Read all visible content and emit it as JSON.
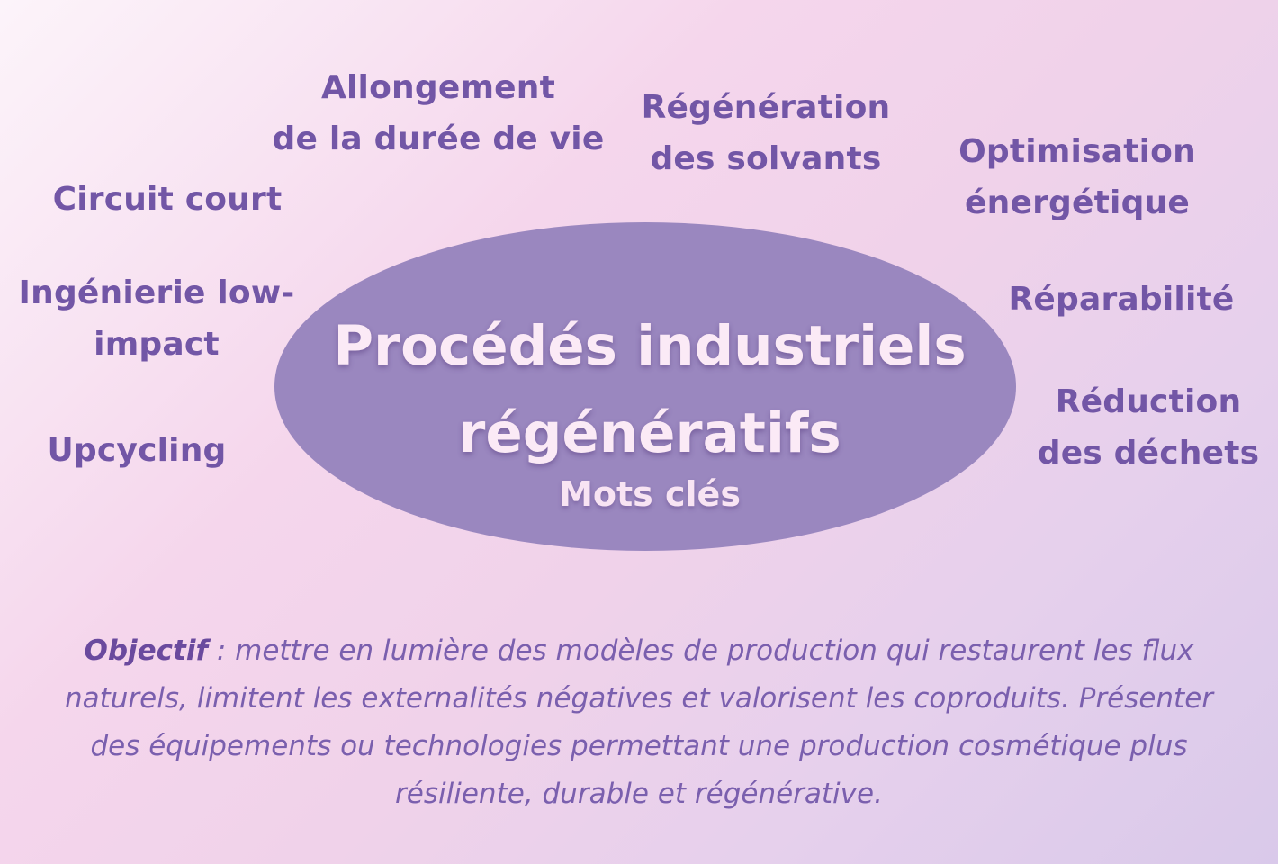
{
  "center": {
    "title_lines": [
      "Procédés industriels",
      "régénératifs"
    ],
    "subtitle": "Mots clés"
  },
  "keywords": [
    {
      "id": "allongement",
      "lines": [
        "Allongement",
        "de la durée de vie"
      ]
    },
    {
      "id": "regeneration",
      "lines": [
        "Régénération",
        "des solvants"
      ]
    },
    {
      "id": "optimisation",
      "lines": [
        "Optimisation",
        "énergétique"
      ]
    },
    {
      "id": "circuit-court",
      "lines": [
        "Circuit court"
      ]
    },
    {
      "id": "ingenierie",
      "lines": [
        "Ingénierie low-",
        "impact"
      ]
    },
    {
      "id": "reparabilite",
      "lines": [
        "Réparabilité"
      ]
    },
    {
      "id": "reduction",
      "lines": [
        "Réduction",
        "des déchets"
      ]
    },
    {
      "id": "upcycling",
      "lines": [
        "Upcycling"
      ]
    }
  ],
  "objective": {
    "lead": "Objectif",
    "text": " : mettre en lumière des modèles de production qui restaurent les flux naturels, limitent les externalités négatives et valorisent les coproduits. Présenter des équipements ou technologies permettant une production cosmétique plus résiliente, durable et régénérative."
  },
  "colors": {
    "keyword_text": "#7256a6",
    "hub_fill": "#9a87bf",
    "hub_text": "#fbeaf6",
    "objective_text": "#7a5fae"
  }
}
